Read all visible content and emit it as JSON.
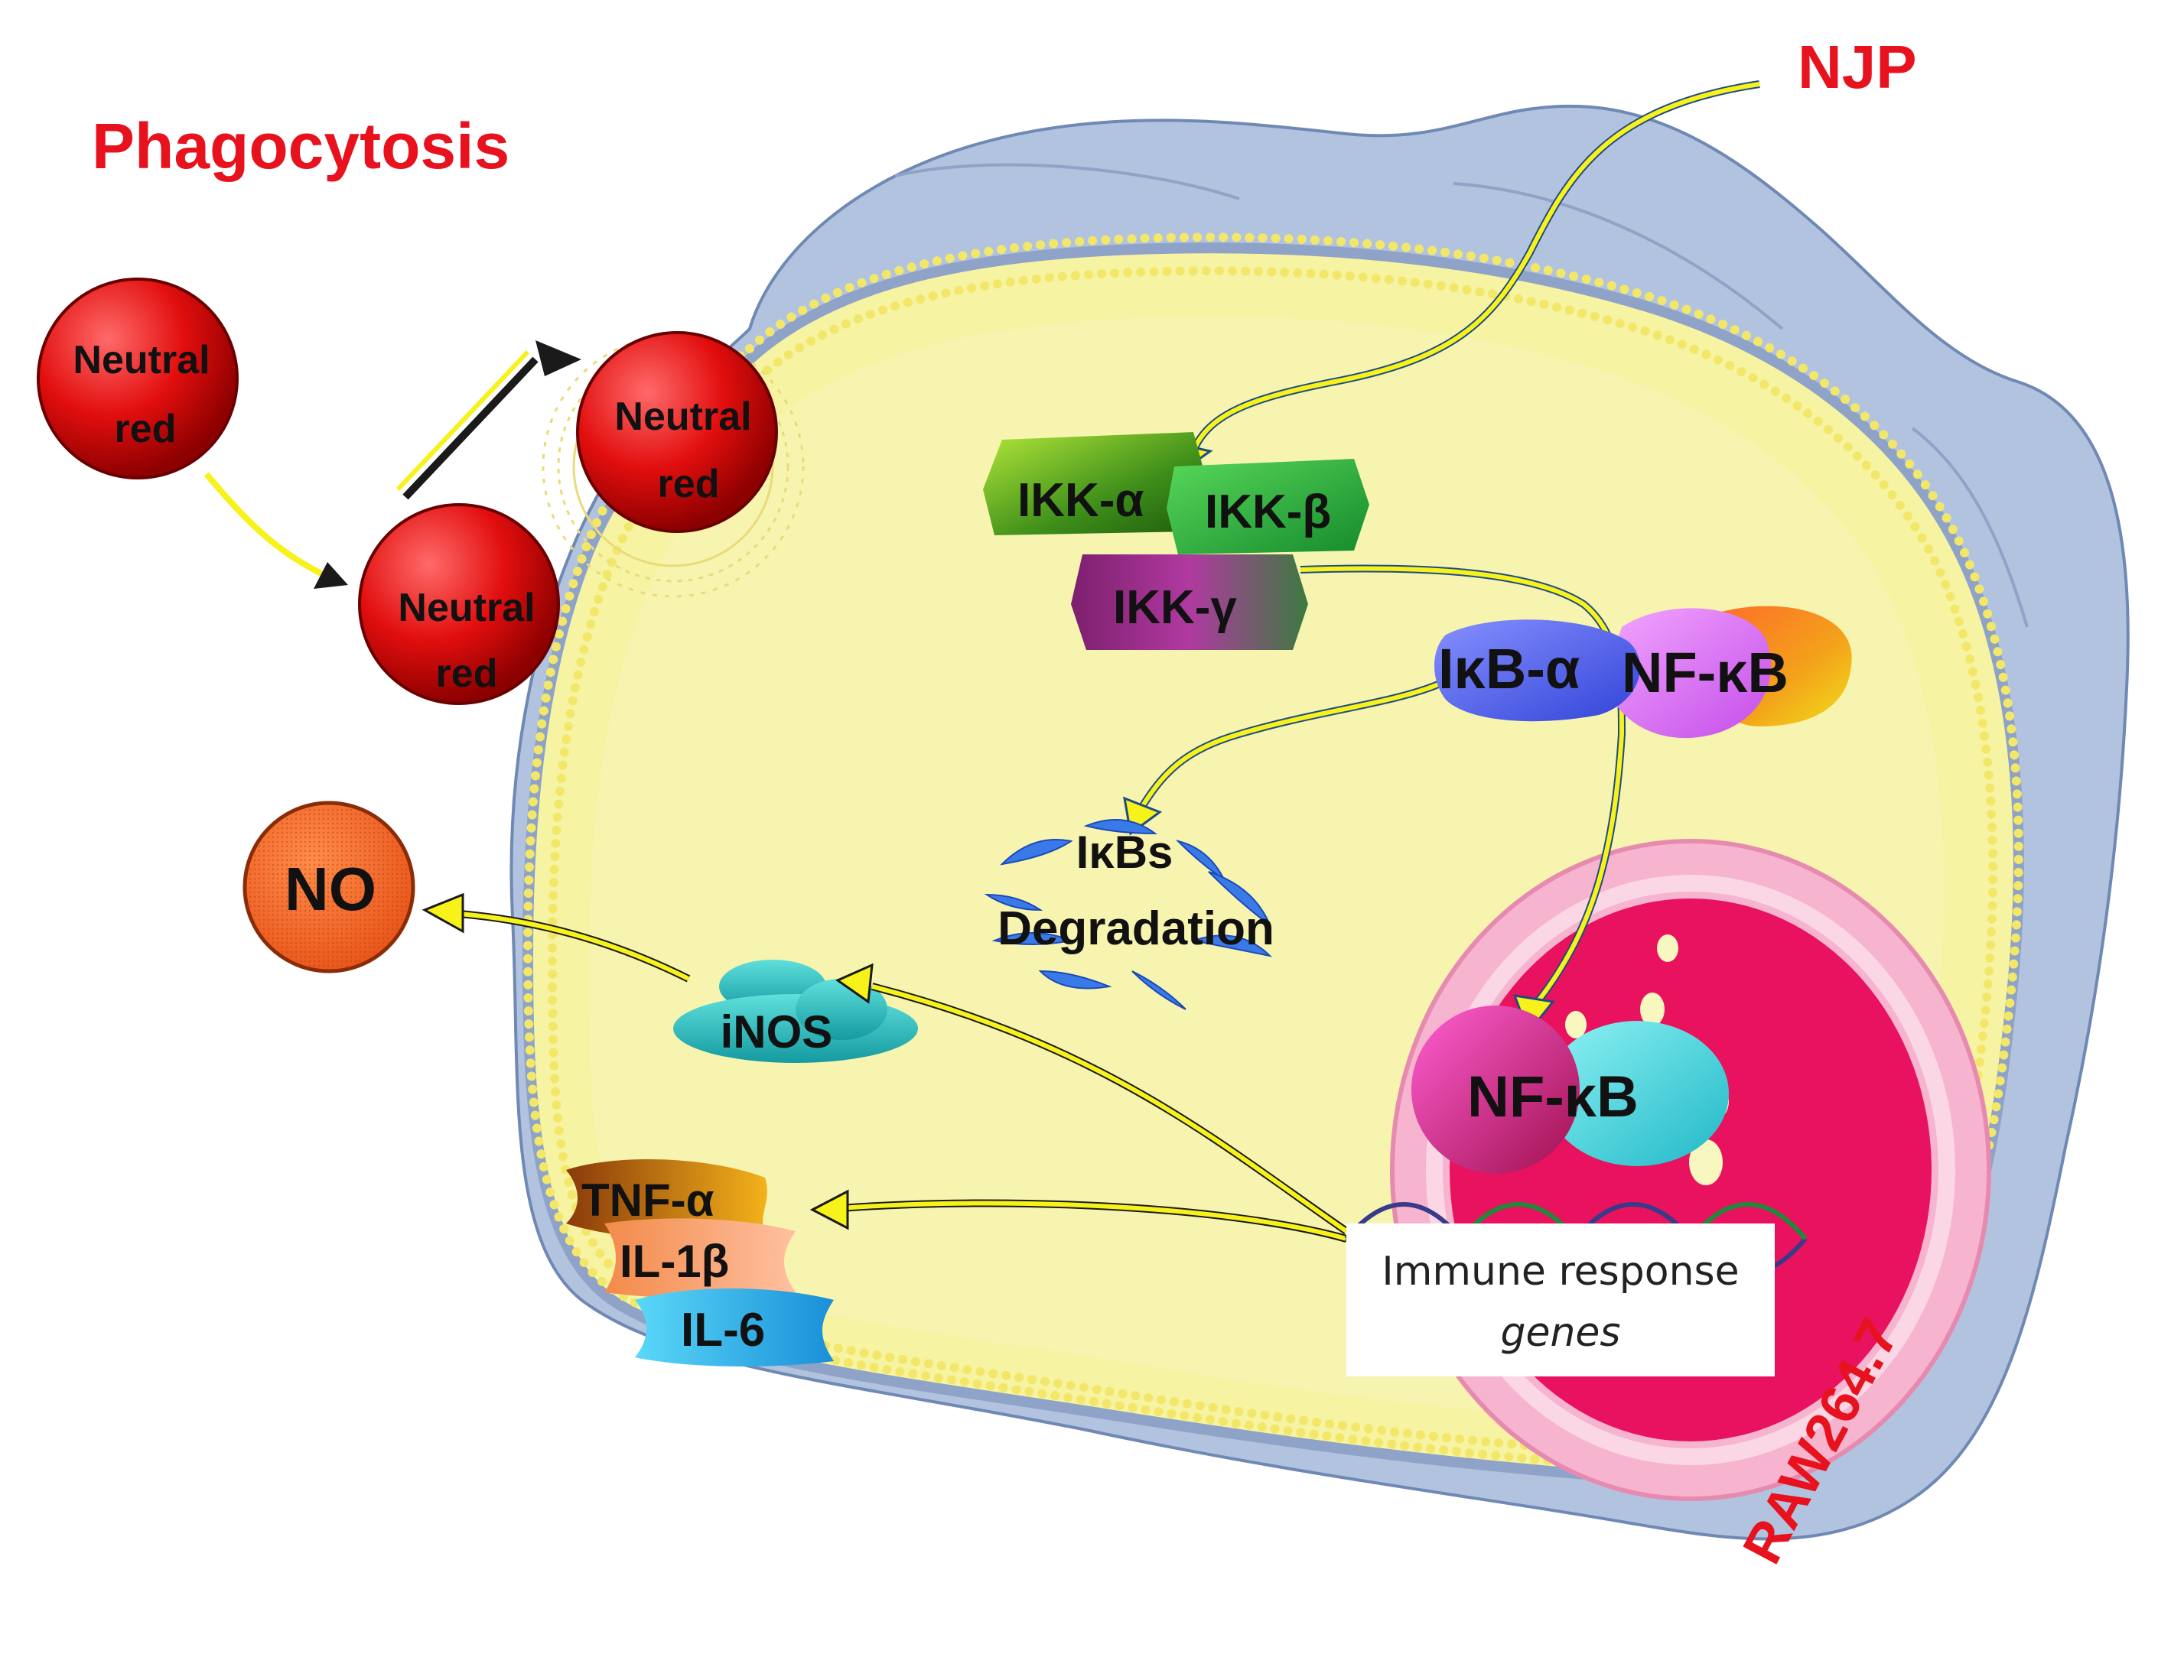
{
  "title": "Phagocytosis",
  "stimulus": "NJP",
  "cell_line": "RAW264.7",
  "neutral_red": {
    "line1": "Neutral",
    "line2": "red"
  },
  "no_label": "NO",
  "ikk": {
    "alpha": "IKK-α",
    "beta": "IKK-β",
    "gamma": "IKK-γ"
  },
  "ikb_alpha": "IκB-α",
  "nfkb_complex": "NF-κB",
  "nfkb_nucleus": "NF-κB",
  "ikbs": {
    "line1": "IκBs",
    "line2": "Degradation"
  },
  "inos": "iNOS",
  "cytokines": {
    "tnf": "TNF-α",
    "il1": "IL-1β",
    "il6": "IL-6"
  },
  "genes": {
    "line1": "Immune response",
    "line2": "genes"
  },
  "colors": {
    "label_red": "#e8111e",
    "cytoplasm": "#f6f3a2",
    "membrane_outer": "#b2c3df",
    "nucleus": "#e8125e",
    "arrow": "#f6f21a"
  }
}
